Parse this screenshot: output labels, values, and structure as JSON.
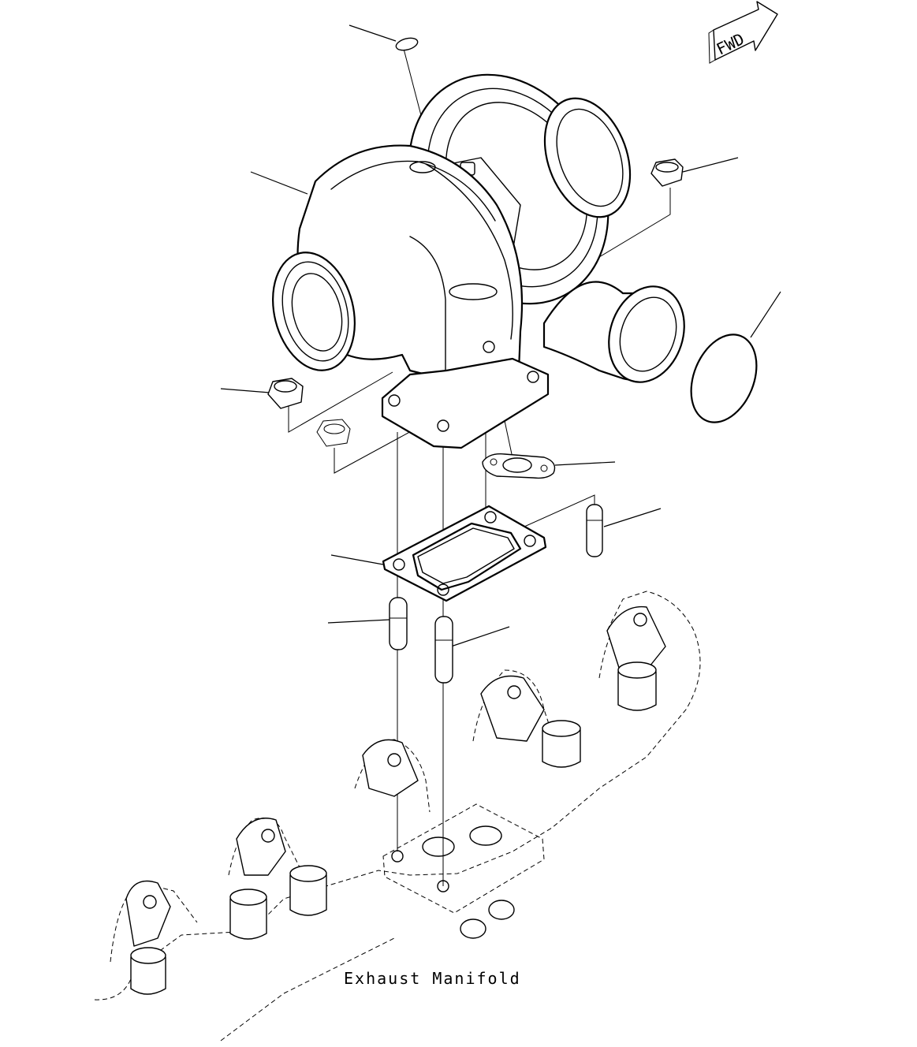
{
  "direction_label": "FWD",
  "manifold_label": "Exhaust Manifold",
  "colors": {
    "line": "#000000",
    "background": "#ffffff"
  },
  "parts": [
    "o-ring-top",
    "turbocharger",
    "nut-left",
    "nut-right",
    "bushing",
    "gasket-small",
    "gasket-main",
    "o-ring-large",
    "stud-right",
    "stud-left-a",
    "stud-left-b",
    "exhaust-manifold"
  ]
}
